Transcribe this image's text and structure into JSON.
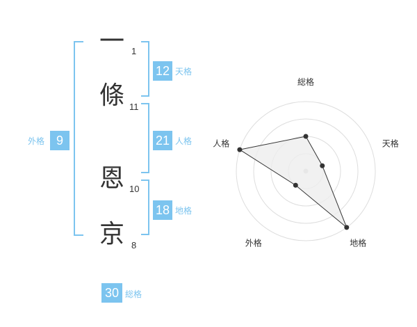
{
  "name_characters": [
    {
      "char": "一",
      "strokes": "1"
    },
    {
      "char": "條",
      "strokes": "11"
    },
    {
      "char": "恩",
      "strokes": "10"
    },
    {
      "char": "京",
      "strokes": "8"
    }
  ],
  "kaku": {
    "tenkaku": {
      "value": "12",
      "label": "天格"
    },
    "jinkaku": {
      "value": "21",
      "label": "人格"
    },
    "chikaku": {
      "value": "18",
      "label": "地格"
    },
    "gaikaku": {
      "value": "9",
      "label": "外格"
    },
    "soukaku": {
      "value": "30",
      "label": "総格"
    }
  },
  "colors": {
    "accent": "#7cc4ef",
    "text": "#333333",
    "grid": "#dddddd",
    "fill": "#eeeeee"
  },
  "chart_data": {
    "type": "radar",
    "axes": [
      "総格",
      "天格",
      "地格",
      "外格",
      "人格"
    ],
    "max": 4,
    "series": [
      {
        "values": [
          2,
          1,
          4,
          1,
          4
        ]
      }
    ],
    "grid_levels": 4
  }
}
